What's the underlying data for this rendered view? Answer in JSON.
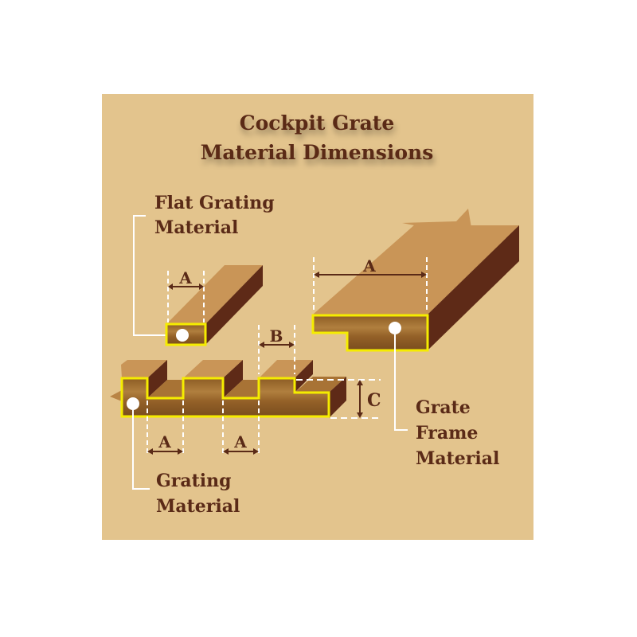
{
  "title": {
    "line1": "Cockpit Grate",
    "line2": "Material Dimensions"
  },
  "labels": {
    "flat_grating": {
      "line1": "Flat Grating",
      "line2": "Material"
    },
    "grate_frame": {
      "line1": "Grate",
      "line2": "Frame",
      "line3": "Material"
    },
    "grating": {
      "line1": "Grating",
      "line2": "Material"
    }
  },
  "dimensions": {
    "flat_a": "A",
    "frame_a": "A",
    "grating_b": "B",
    "grating_c": "C",
    "grating_a1": "A",
    "grating_a2": "A"
  },
  "colors": {
    "background": "#e3c48d",
    "text": "#5a2a17",
    "wood_top": "#c99557",
    "wood_dark": "#5e2a17",
    "wood_face": "#9a6a2c",
    "outline": "#f5ec00",
    "leader": "#ffffff"
  }
}
